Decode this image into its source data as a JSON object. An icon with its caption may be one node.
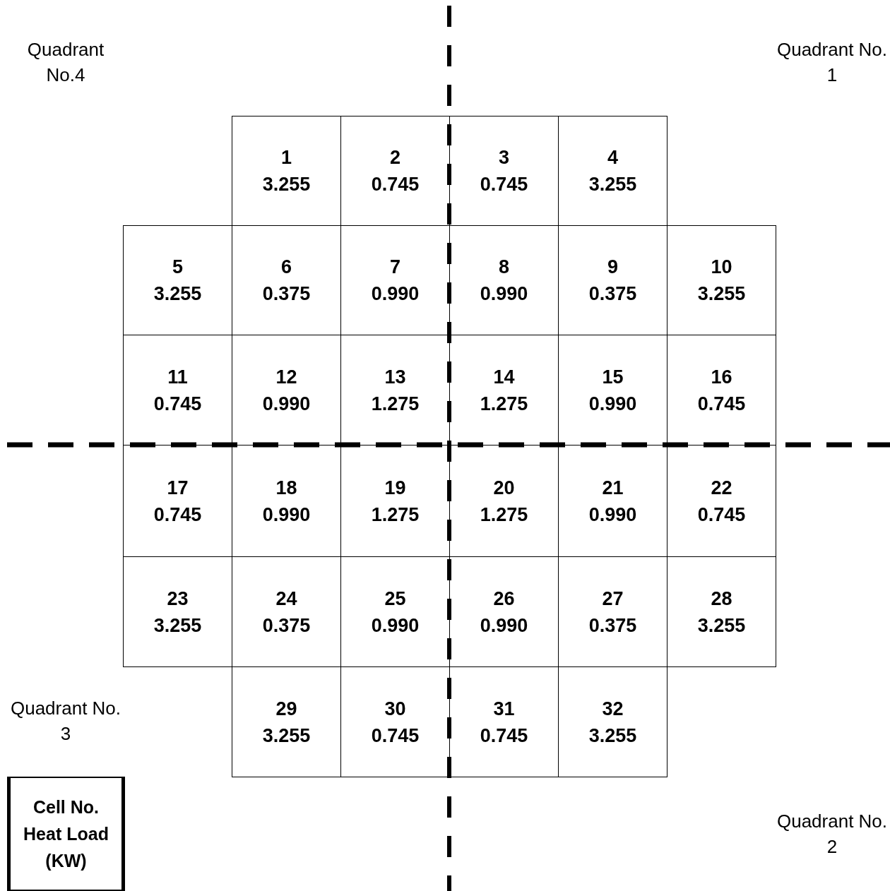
{
  "diagram": {
    "nodes": [
      {
        "text": [
          "1",
          "3.255"
        ]
      },
      {
        "text": [
          "2",
          "0.745"
        ]
      },
      {
        "text": [
          "3",
          "0.745"
        ]
      },
      {
        "text": [
          "4",
          "3.255"
        ]
      },
      {
        "text": [
          "5",
          "3.255"
        ]
      },
      {
        "text": [
          "6",
          "0.375"
        ]
      },
      {
        "text": [
          "7",
          "0.990"
        ]
      },
      {
        "text": [
          "8",
          "0.990"
        ]
      },
      {
        "text": [
          "9",
          "0.375"
        ]
      },
      {
        "text": [
          "10",
          "3.255"
        ]
      },
      {
        "text": [
          "11",
          "0.745"
        ]
      },
      {
        "text": [
          "12",
          "0.990"
        ]
      },
      {
        "text": [
          "13",
          "1.275"
        ]
      },
      {
        "text": [
          "14",
          "1.275"
        ]
      },
      {
        "text": [
          "15",
          "0.990"
        ]
      },
      {
        "text": [
          "16",
          "0.745"
        ]
      },
      {
        "text": [
          "17",
          "0.745"
        ]
      },
      {
        "text": [
          "18",
          "0.990"
        ]
      },
      {
        "text": [
          "19",
          "1.275"
        ]
      },
      {
        "text": [
          "20",
          "1.275"
        ]
      },
      {
        "text": [
          "21",
          "0.990"
        ]
      },
      {
        "text": [
          "22",
          "0.745"
        ]
      },
      {
        "text": [
          "23",
          "3.255"
        ]
      },
      {
        "text": [
          "24",
          "0.375"
        ]
      },
      {
        "text": [
          "25",
          "0.990"
        ]
      },
      {
        "text": [
          "26",
          "0.990"
        ]
      },
      {
        "text": [
          "27",
          "0.375"
        ]
      },
      {
        "text": [
          "28",
          "3.255"
        ]
      },
      {
        "text": [
          "29",
          "3.255"
        ]
      },
      {
        "text": [
          "30",
          "0.745"
        ]
      },
      {
        "text": [
          "31",
          "0.745"
        ]
      },
      {
        "text": [
          "32",
          "3.255"
        ]
      },
      {
        "text": [
          "Cell No.",
          "Heat Load (KW)"
        ]
      }
    ],
    "labels": [
      "Quadrant No.4",
      "Quadrant No. 1",
      "Quadrant No. 3",
      "Quadrant No. 2"
    ]
  }
}
